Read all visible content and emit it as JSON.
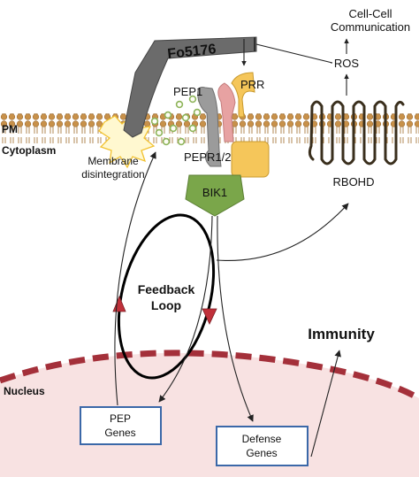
{
  "diagram": {
    "pathogen": "Fo5176",
    "cell_cell": "Cell-Cell",
    "communication": "Communication",
    "ros": "ROS",
    "pep1": "PEP1",
    "prr": "PRR",
    "pepr": "PEPR1/2",
    "bik1": "BIK1",
    "rbohd": "RBOHD",
    "pm": "PM",
    "cytoplasm": "Cytoplasm",
    "membrane": "Membrane",
    "disintegration": "disintegration",
    "feedback": "Feedback",
    "loop": "Loop",
    "immunity": "Immunity",
    "nucleus": "Nucleus",
    "pep_genes_line1": "PEP",
    "pep_genes_line2": "Genes",
    "defense_genes_line1": "Defense",
    "defense_genes_line2": "Genes"
  },
  "colors": {
    "membrane_head": "#c8914a",
    "membrane_tail": "#b07f43",
    "pathogen": "#6b6b6b",
    "pepr": "#9b9b9b",
    "prr_pink": "#e7a2a2",
    "prr_yellow": "#f5c65a",
    "bik1": "#7aa64a",
    "nucleus_fill": "#f8e2e2",
    "nucleus_edge": "#a4303a",
    "loop_arrow": "#c0303a",
    "box_border": "#3b68a8",
    "pep_dot": "#8db45a"
  }
}
